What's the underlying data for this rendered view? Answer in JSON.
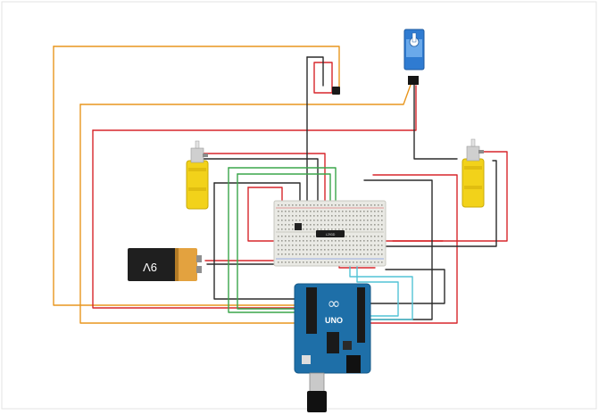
{
  "components": {
    "battery": {
      "label": "9V"
    },
    "driver_chip": {
      "label": "L293D"
    },
    "arduino": {
      "brand": "UNO",
      "logo": "∞"
    }
  },
  "colors": {
    "orange": "#e8961e",
    "red": "#d7262b",
    "black": "#2b2b2b",
    "green": "#3aa64a",
    "cyan": "#52c3d6",
    "motor_yellow": "#f2d21a",
    "board_blue": "#1e6fa8",
    "breadboard": "#e9e9e4",
    "battery_body": "#1f1f1f",
    "battery_cap": "#e3a23f"
  }
}
